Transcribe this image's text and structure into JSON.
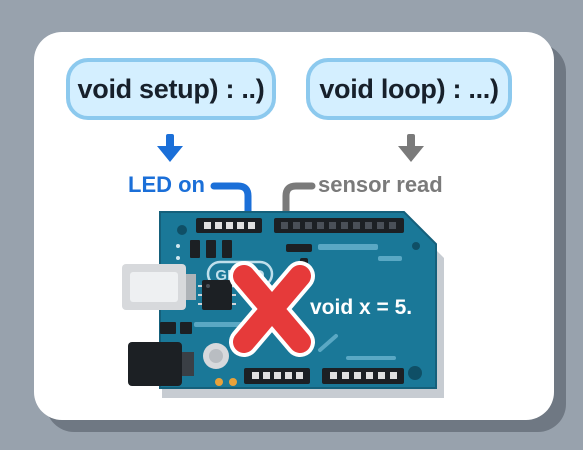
{
  "setup_code": "void setup) : ..)",
  "loop_code": "void loop) : ...)",
  "led_label": "LED on",
  "sensor_label": "sensor read",
  "board_logo": "GIOUD",
  "error_code": "void x = 5.",
  "colors": {
    "background": "#98a2ad",
    "card": "#ffffff",
    "pill_fill": "#d4efff",
    "pill_border": "#8cc9ee",
    "blue_accent": "#1b6fd8",
    "gray_accent": "#7a7a7a",
    "board": "#1a7898",
    "error_red": "#e63a3a"
  },
  "icons": [
    "arrow-down-icon",
    "arrow-down-icon",
    "error-x-icon"
  ]
}
